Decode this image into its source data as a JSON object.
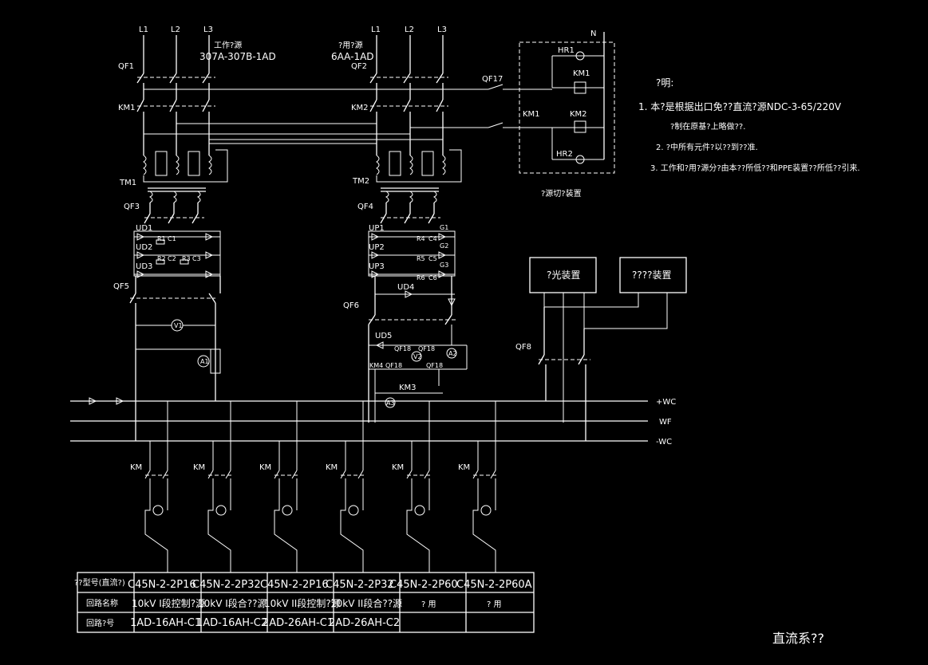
{
  "phase_labels": [
    "L1",
    "L2",
    "L3",
    "L1",
    "L2",
    "L3"
  ],
  "neutral_label": "N",
  "source_1": {
    "line1": "工作?源",
    "line2": "307A-307B-1AD"
  },
  "source_2": {
    "line1": "?用?源",
    "line2": "6AA-1AD"
  },
  "component_labels": {
    "qf1": "QF1",
    "qf2": "QF2",
    "km1_left": "KM1",
    "km2_left": "KM2",
    "tm1": "TM1",
    "tm2": "TM2",
    "qf3": "QF3",
    "qf4": "QF4",
    "ud1": "UD1",
    "ud2": "UD2",
    "ud3": "UD3",
    "up1": "UP1",
    "up2": "UP2",
    "up3": "UP3",
    "ud4": "UD4",
    "ud5": "UD5",
    "qf5": "QF5",
    "qf6": "QF6",
    "qf8": "QF8",
    "qf17": "QF17",
    "hr1": "HR1",
    "hr2": "HR2",
    "km1_r": "KM1",
    "km2_r": "KM2",
    "km1_r2": "KM1",
    "km3": "KM3",
    "km4": "KM4",
    "qf18a": "QF18",
    "qf18b": "QF18",
    "qf18c": "QF18",
    "qf18d": "QF18",
    "r1": "R1",
    "c1": "C1",
    "r2": "R2",
    "c2": "C2",
    "r3": "R3",
    "c3": "C3",
    "r4": "R4",
    "c4": "C4",
    "r5": "R5",
    "c5": "C5",
    "r6": "R6",
    "c6": "C6",
    "g1": "G1",
    "g2": "G2",
    "g3": "G3",
    "v1": "V1",
    "v2": "V2",
    "a1": "A1",
    "a2": "A2",
    "a3": "A3"
  },
  "switch_caption": "?源切?装置",
  "boxes": {
    "light": "?光装置",
    "monitor": "????装置"
  },
  "bus_labels": [
    "+WC",
    "WF",
    "-WC"
  ],
  "branch_km": [
    "KM",
    "KM",
    "KM",
    "KM",
    "KM",
    "KM"
  ],
  "notes": {
    "title": "?明:",
    "items": [
      "1. 本?是根据出口免??直流?源NDC-3-65/220V",
      "?制在原基?上略做??.",
      "2. ?中所有元件?以??到??准.",
      "3. 工作和?用?源分?由本??所低??和PPE装置??所低??引来."
    ]
  },
  "table": {
    "row_headers": [
      "??型号(直流?)",
      "回路名称",
      "回路?号"
    ],
    "model_texts": [
      "C45N-2-2P16",
      "C45N-2-2P32",
      "C45N-2-2P16",
      "C45N-2-2P32",
      "C45N-2-2P60",
      "C45N-2-2P60A"
    ],
    "names": [
      "10kV I段控制?源",
      "10kV I段合??源",
      "10kV II段控制?源",
      "10kV II段合??源",
      "? 用",
      "? 用"
    ],
    "numbers": [
      "1AD-16AH-C1",
      "1AD-16AH-C2",
      "2AD-26AH-C1",
      "2AD-26AH-C2"
    ]
  },
  "drawing_title": "直流系??",
  "colors": {
    "background": "#000000",
    "lines": "#ffffff"
  }
}
